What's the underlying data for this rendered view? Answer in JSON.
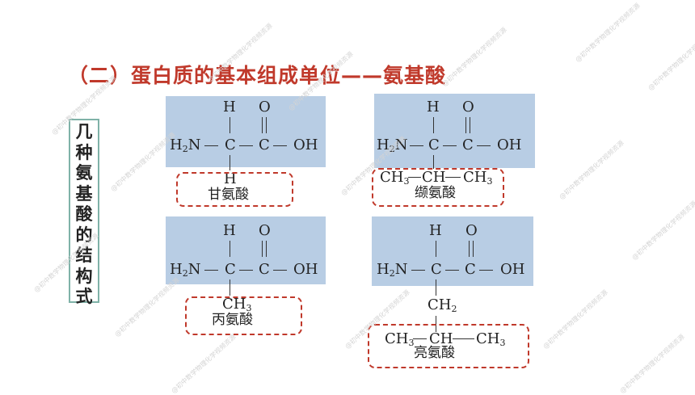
{
  "title": "（二）蛋白质的基本组成单位——氨基酸",
  "side_label": "几种氨基酸的结构式",
  "atoms": {
    "H": "H",
    "O": "O",
    "C": "C",
    "OH": "OH",
    "H2N_main": "H",
    "H2N_tail": "N",
    "sub_2": "2",
    "CH3_main": "CH",
    "CH3_sub": "3",
    "CH2_main": "CH",
    "CH2_sub": "2",
    "CH": "CH"
  },
  "amino_acids": [
    {
      "name": "甘氨酸"
    },
    {
      "name": "缬氨酸"
    },
    {
      "name": "丙氨酸"
    },
    {
      "name": "亮氨酸"
    }
  ],
  "watermark": "@初中数学物理化学视频资源"
}
